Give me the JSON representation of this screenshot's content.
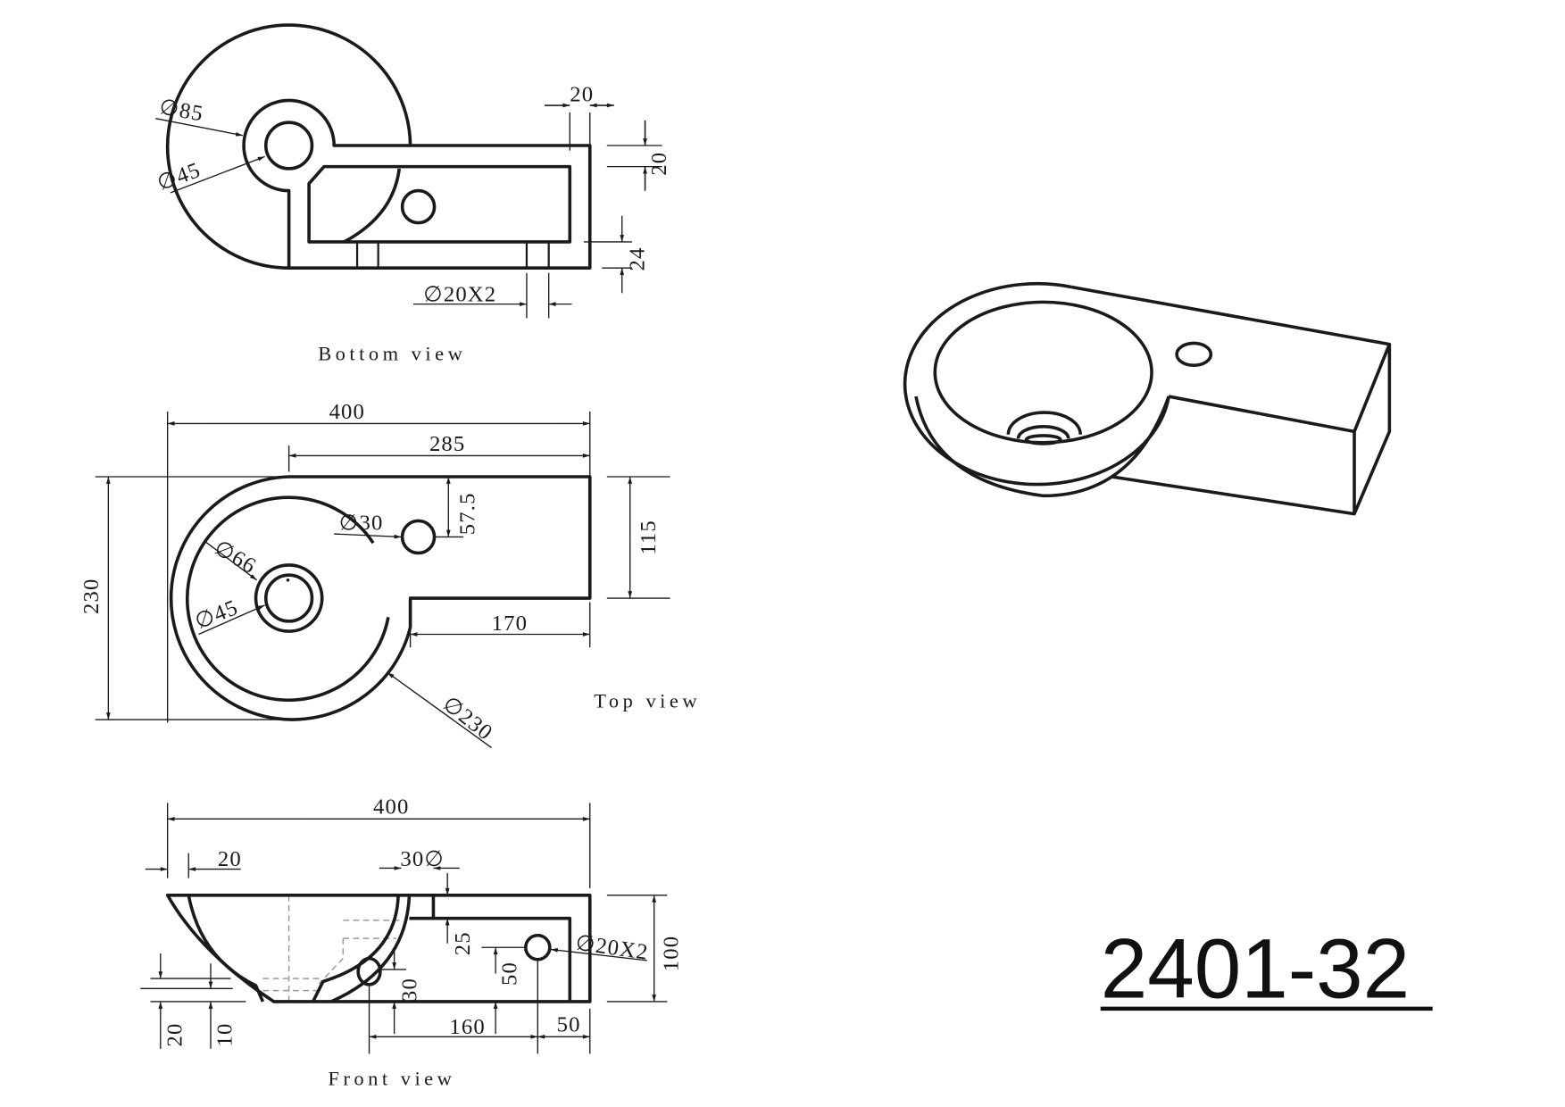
{
  "model_number": "2401-32",
  "views": {
    "bottom": {
      "label": "Bottom view",
      "dims": {
        "d85": "∅85",
        "d45": "∅45",
        "w20": "20",
        "h20": "20",
        "h24": "24",
        "holes": "∅20X2"
      }
    },
    "top": {
      "label": "Top view",
      "dims": {
        "w400": "400",
        "w285": "285",
        "h230": "230",
        "h115": "115",
        "w170": "170",
        "h57": "57.5",
        "d30": "∅30",
        "d66": "∅66",
        "d45": "∅45",
        "d230": "∅230"
      }
    },
    "front": {
      "label": "Front view",
      "dims": {
        "w400": "400",
        "w20": "20",
        "d30": "30∅",
        "h25": "25",
        "h100": "100",
        "h50": "50",
        "h30": "30",
        "w160": "160",
        "w50": "50",
        "h20": "20",
        "h10": "10",
        "holes": "∅20X2"
      }
    }
  },
  "colors": {
    "line": "#1a1a1a",
    "hidden": "#9a9a9a"
  }
}
